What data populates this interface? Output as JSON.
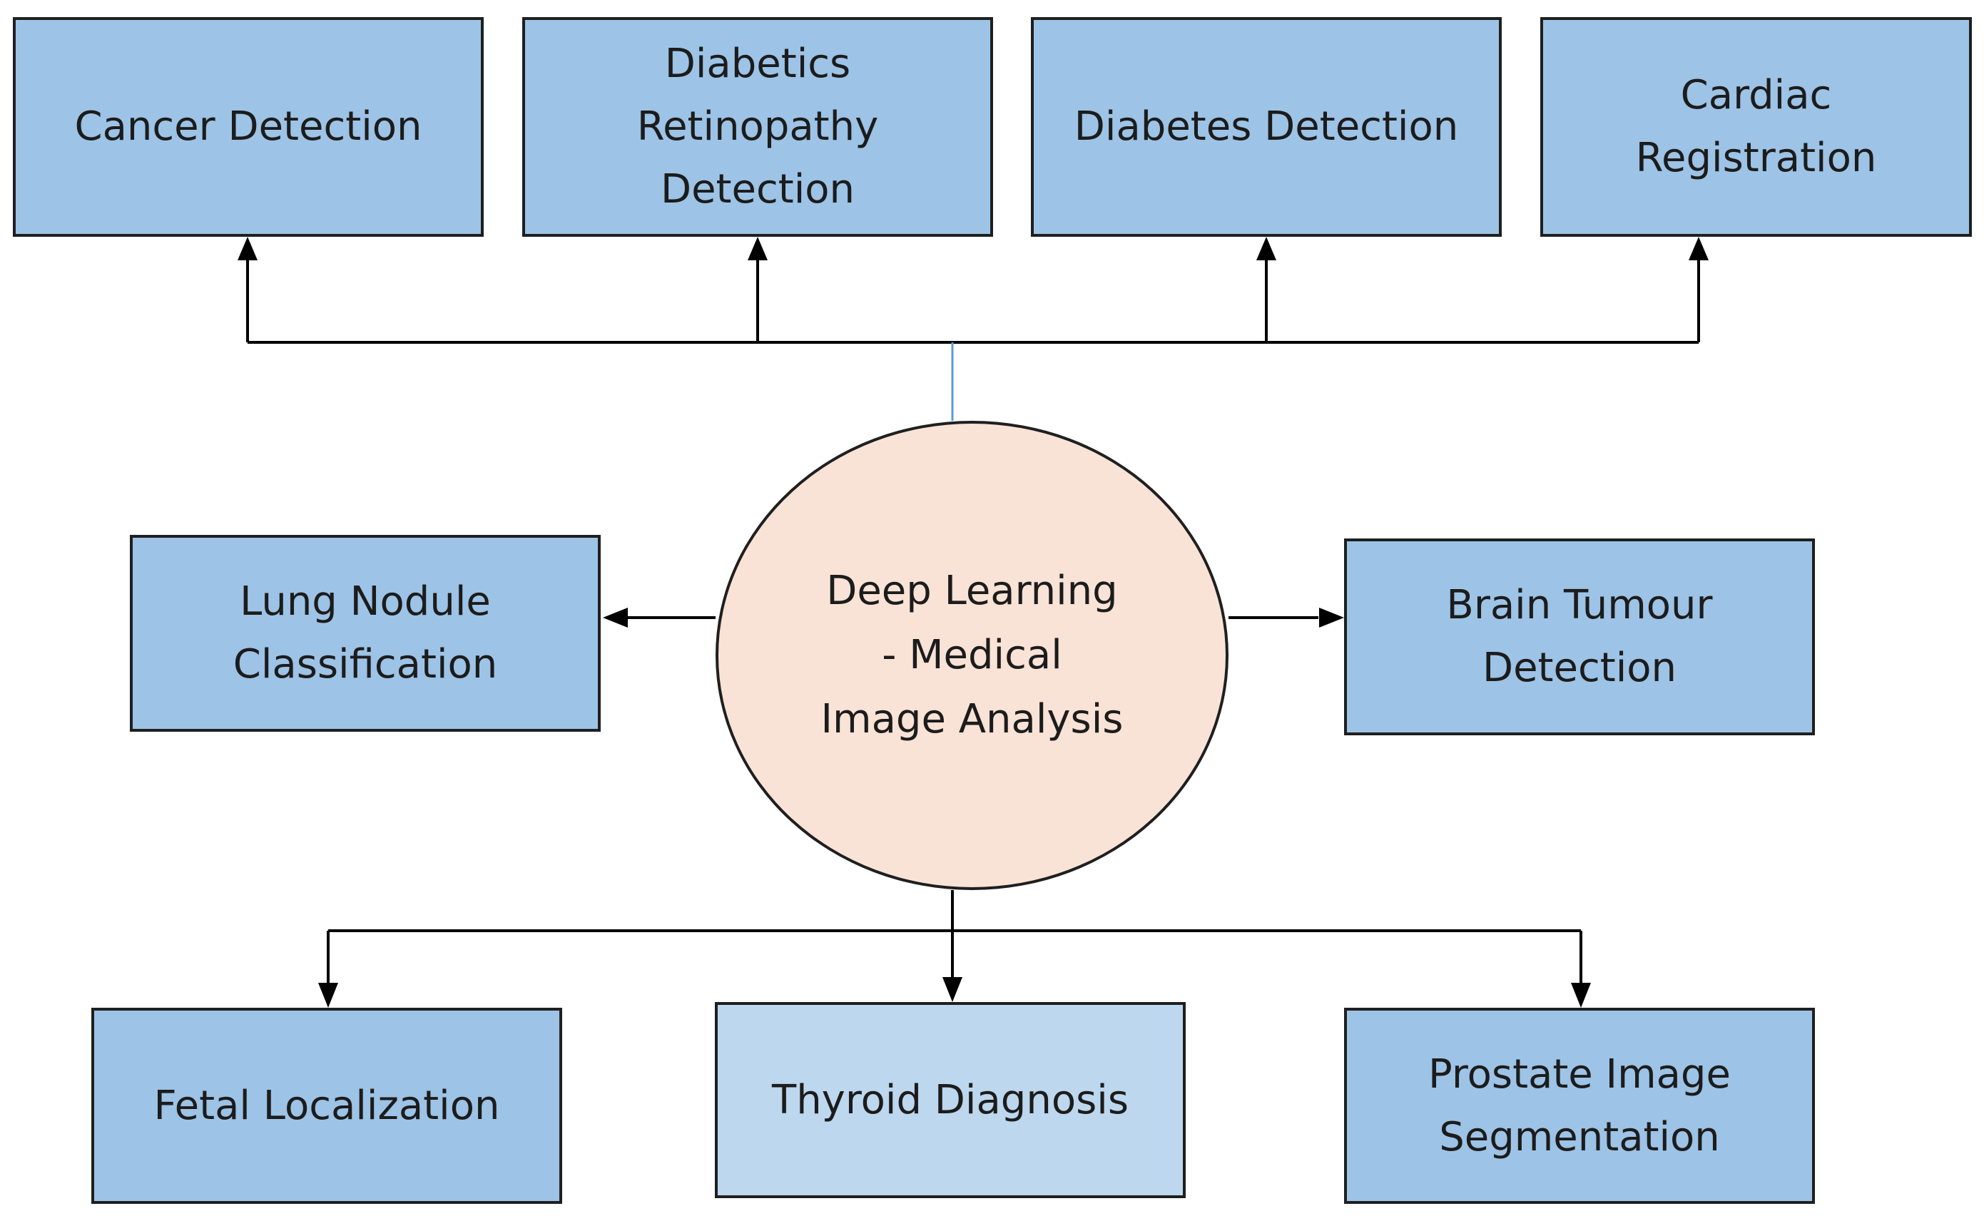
{
  "center": {
    "label": "Deep Learning\n- Medical\nImage Analysis",
    "fill": "#f9e3d6"
  },
  "colors": {
    "box_fill": "#9dc3e6",
    "box_fill_light": "#bdd7ee",
    "line": "#000000",
    "accent_line": "#5b9bd5"
  },
  "nodes": {
    "cancer_detection": "Cancer Detection",
    "diabetic_retinopathy": "Diabetics\nRetinopathy\nDetection",
    "diabetes_detection": "Diabetes Detection",
    "cardiac_registration": "Cardiac\nRegistration",
    "lung_nodule": "Lung Nodule\nClassification",
    "brain_tumour": "Brain Tumour\nDetection",
    "fetal_localization": "Fetal Localization",
    "thyroid_diagnosis": "Thyroid Diagnosis",
    "prostate_segmentation": "Prostate Image\nSegmentation"
  }
}
